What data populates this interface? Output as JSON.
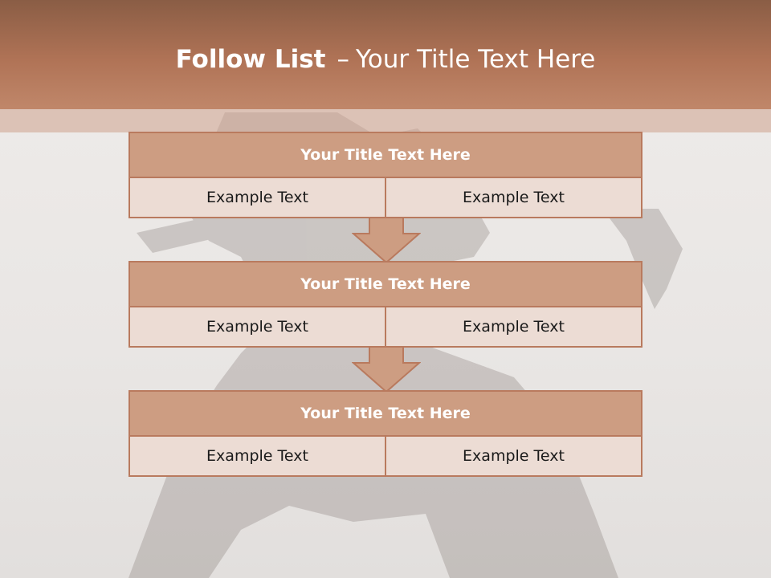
{
  "slide": {
    "title_bold": "Follow List",
    "title_separator": "–",
    "title_rest": "Your Title Text Here",
    "colors": {
      "header_top": "#8a5d45",
      "header_bottom": "#c0876a",
      "block_title_bg": "#cd9d82",
      "block_row_bg": "#ecdcd4",
      "border": "#b97a5e"
    }
  },
  "blocks": [
    {
      "title": "Your Title Text Here",
      "left": "Example Text",
      "right": "Example Text"
    },
    {
      "title": "Your Title Text Here",
      "left": "Example Text",
      "right": "Example Text"
    },
    {
      "title": "Your Title Text Here",
      "left": "Example Text",
      "right": "Example Text"
    }
  ]
}
